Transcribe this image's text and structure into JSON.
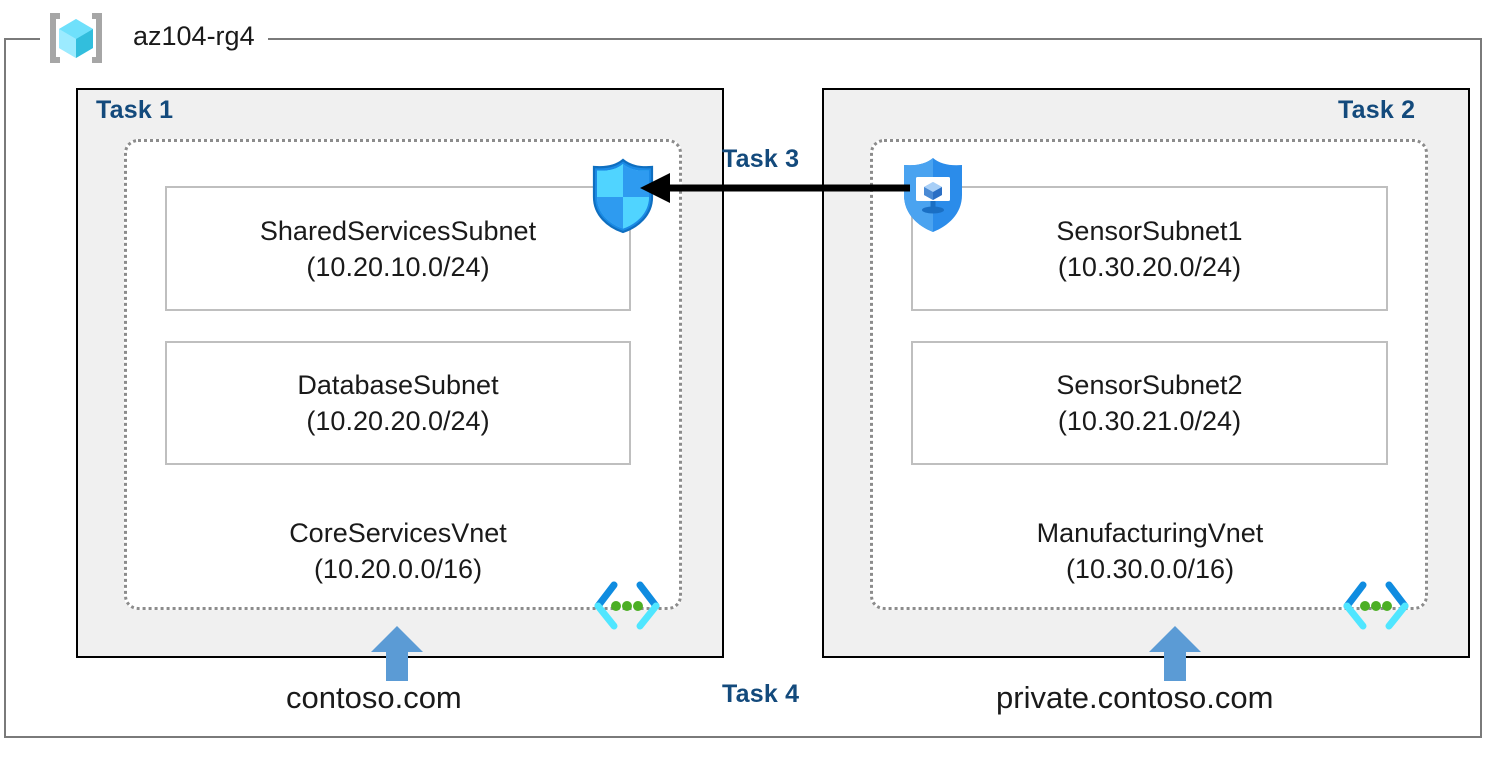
{
  "resource_group": {
    "name": "az104-rg4",
    "icon": "azure-resource-group-cube-icon"
  },
  "tasks": {
    "task1_label": "Task 1",
    "task2_label": "Task 2",
    "task3_label": "Task 3",
    "task4_label": "Task 4"
  },
  "vnets": [
    {
      "id": "corservices",
      "name": "CoreServicesVnet",
      "cidr": "(10.20.0.0/16)",
      "dns_icon": "dns-zone-icon",
      "subnets": [
        {
          "name": "SharedServicesSubnet",
          "cidr": "(10.20.10.0/24)"
        },
        {
          "name": "DatabaseSubnet",
          "cidr": "(10.20.20.0/24)"
        }
      ]
    },
    {
      "id": "manufacturing",
      "name": "ManufacturingVnet",
      "cidr": "(10.30.0.0/16)",
      "dns_icon": "dns-zone-icon",
      "subnets": [
        {
          "name": "SensorSubnet1",
          "cidr": "(10.30.20.0/24)"
        },
        {
          "name": "SensorSubnet2",
          "cidr": "(10.30.21.0/24)"
        }
      ]
    }
  ],
  "icons": {
    "firewall_shield": "firewall-shield-icon",
    "nsg_shield": "network-security-group-shield-icon",
    "peering_arrow": "peering-arrow-icon",
    "dns_link_arrow": "dns-link-arrow-icon"
  },
  "dns_zones": {
    "public": "contoso.com",
    "private": "private.contoso.com"
  },
  "colors": {
    "task_label": "#134a7c",
    "box_fill": "#f0f0f0",
    "box_border": "#000000",
    "vnet_border": "#8c8c8c",
    "subnet_border": "#bfbfbf",
    "accent_blue": "#5b9bd5",
    "azure_cyan": "#50e6ff",
    "dns_green": "#4caf25",
    "frame_gray": "#7a7a7a"
  }
}
